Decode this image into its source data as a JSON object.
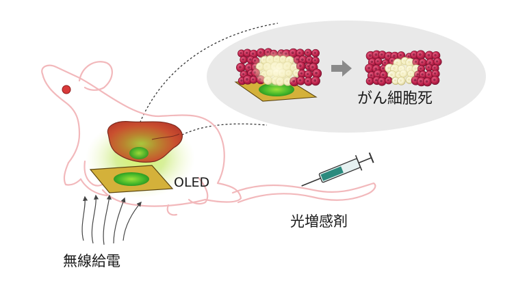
{
  "labels": {
    "oled": "OLED",
    "photosensitizer": "光増感剤",
    "wireless_power": "無線給電",
    "cancer_cell_death": "がん細胞死"
  },
  "colors": {
    "mouse_outline": "#f2b8bb",
    "tumor_red": "#d6473a",
    "oled_plate": "#d4b13a",
    "green_glow": "#7ed321",
    "cell_red": "#c4264f",
    "cell_yellow": "#f2ecbf",
    "callout_bg": "#e9e9e9",
    "syringe_liquid": "#2b8a7e",
    "arrow_gray": "#8a8a8a"
  },
  "icons": {
    "mouse": "mouse-illustration",
    "syringe": "syringe-icon",
    "process_arrow": "arrow-right-icon",
    "wireless_arrows": "wireless-power-arrows-icon"
  }
}
